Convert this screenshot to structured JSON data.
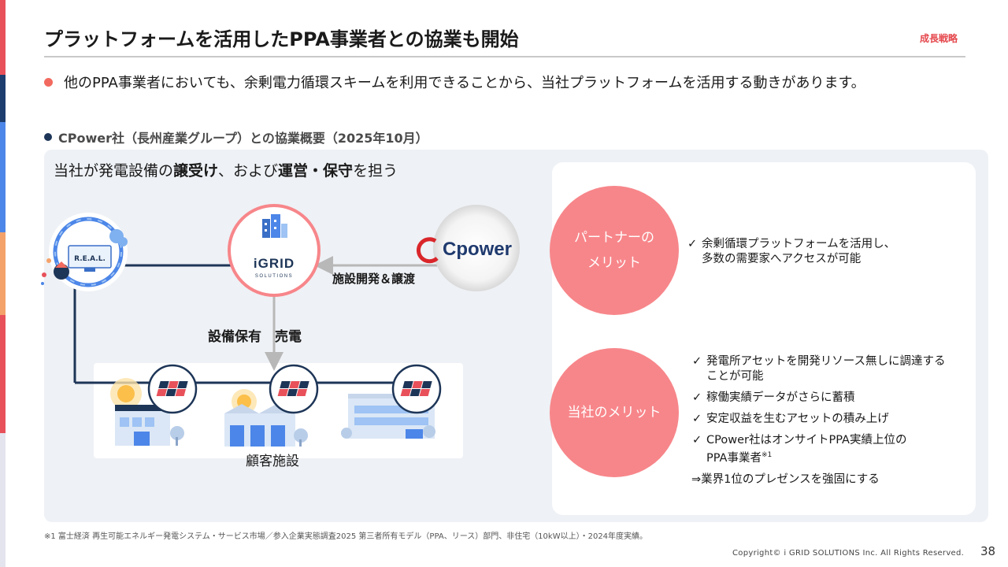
{
  "header": {
    "title": "プラットフォームを活用したPPA事業者との協業も開始",
    "tag": "成長戦略"
  },
  "lead": "他のPPA事業者においても、余剰電力循環スキームを利用できることから、当社プラットフォームを活用する動きがあります。",
  "section_title": "CPower社（長州産業グループ）との協業概要（2025年10月）",
  "panel": {
    "title_a": "当社が発電設備の",
    "title_b": "譲受け",
    "title_c": "、および",
    "title_d": "運営・保守",
    "title_e": "を担う"
  },
  "diagram": {
    "real_label": "R.E.A.L.",
    "igrid_logo": "iGRID",
    "igrid_sub": "SOLUTIONS",
    "cpower_logo": "Cpower",
    "arrow_transfer_label": "施設開発＆譲渡",
    "arrow_hold_label": "設備保有　売電",
    "facility_label": "顧客施設"
  },
  "merits": {
    "partner": {
      "line1": "パートナーの",
      "line2": "メリット",
      "items": [
        "余剰循環プラットフォームを活用し、",
        "多数の需要家へアクセスが可能"
      ]
    },
    "ours": {
      "label": "当社のメリット",
      "items": [
        "発電所アセットを開発リソース無しに調達する",
        "ことが可能",
        "稼働実績データがさらに蓄積",
        "安定収益を生むアセットの積み上げ",
        "CPower社はオンサイトPPA実績上位の",
        "PPA事業者",
        "※1"
      ],
      "conclusion": "⇒業界1位のプレゼンスを強固にする"
    },
    "check_glyph": "✓"
  },
  "footnote": "※1 富士経済 再生可能エネルギー発電システム・サービス市場／参入企業実態調査2025 第三者所有モデル（PPA、リース）部門、非住宅（10kW以上）・2024年度実績。",
  "footer": {
    "copyright": "Copyright© i GRID SOLUTIONS Inc. All Rights Reserved.",
    "page": "38"
  },
  "colors": {
    "accent_red": "#e5484d",
    "merit_pink": "#f7868a",
    "navy": "#1d3557",
    "cpower_red": "#d9262b",
    "cpower_navy": "#1f3a6e"
  },
  "icons": [
    "check-icon",
    "arrow-icon",
    "building-icon",
    "solar-panel-icon",
    "factory-icon",
    "monitor-icon",
    "sun-icon"
  ]
}
